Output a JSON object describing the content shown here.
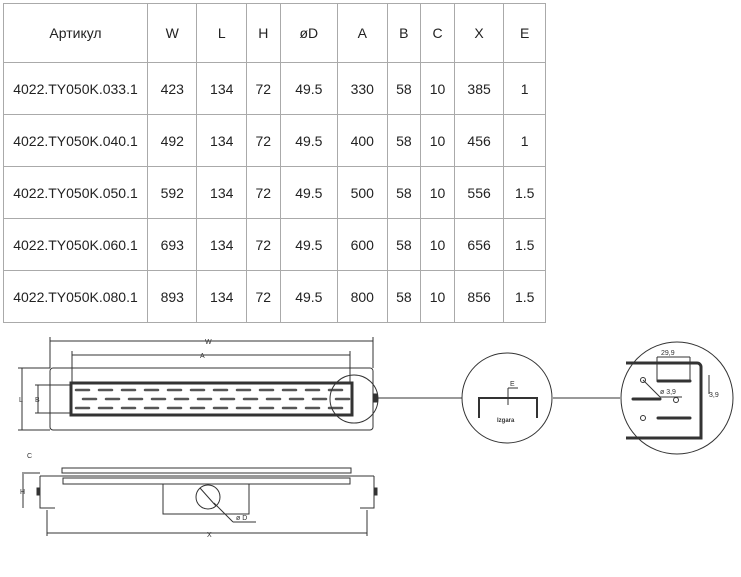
{
  "table": {
    "headers": [
      "Артикул",
      "W",
      "L",
      "H",
      "øD",
      "A",
      "B",
      "C",
      "X",
      "E"
    ],
    "rows": [
      [
        "4022.TY050K.033.1",
        "423",
        "134",
        "72",
        "49.5",
        "330",
        "58",
        "10",
        "385",
        "1"
      ],
      [
        "4022.TY050K.040.1",
        "492",
        "134",
        "72",
        "49.5",
        "400",
        "58",
        "10",
        "456",
        "1"
      ],
      [
        "4022.TY050K.050.1",
        "592",
        "134",
        "72",
        "49.5",
        "500",
        "58",
        "10",
        "556",
        "1.5"
      ],
      [
        "4022.TY050K.060.1",
        "693",
        "134",
        "72",
        "49.5",
        "600",
        "58",
        "10",
        "656",
        "1.5"
      ],
      [
        "4022.TY050K.080.1",
        "893",
        "134",
        "72",
        "49.5",
        "800",
        "58",
        "10",
        "856",
        "1.5"
      ]
    ]
  },
  "drawing": {
    "w": "W",
    "a": "A",
    "l": "L",
    "b": "B",
    "c": "C",
    "h": "H",
    "x": "X",
    "d": "ø D",
    "e": "E",
    "grate": "Izgara",
    "dim1": "29,9",
    "dim2": "ø 3,9",
    "dim3": "3,9"
  }
}
